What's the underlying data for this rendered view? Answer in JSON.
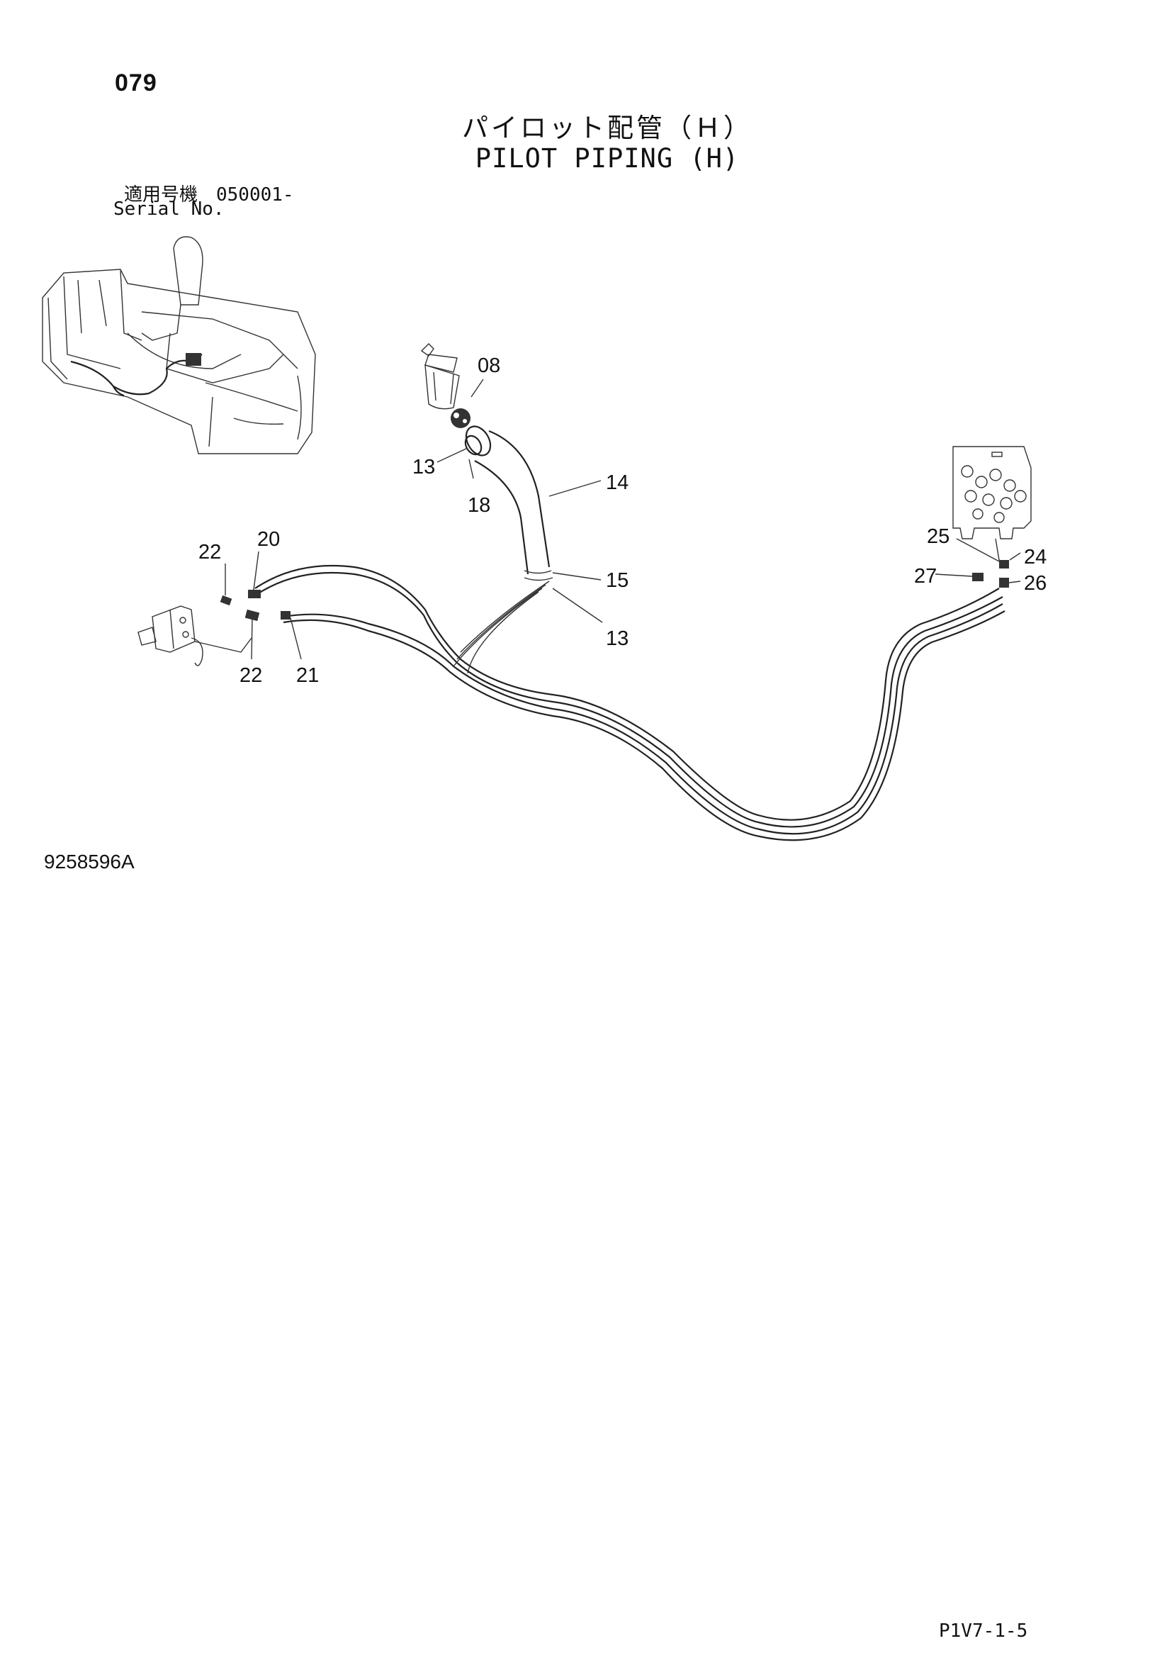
{
  "header": {
    "page_number": "079",
    "title_jp": "パイロット配管（Ｈ）",
    "title_en": "PILOT PIPING (H)",
    "serial_label_jp": "適用号機　050001-",
    "serial_label_en": "Serial No."
  },
  "callouts": {
    "c08": "08",
    "c13a": "13",
    "c18": "18",
    "c14": "14",
    "c15": "15",
    "c13b": "13",
    "c22a": "22",
    "c20": "20",
    "c22b": "22",
    "c21": "21",
    "c25": "25",
    "c24": "24",
    "c27": "27",
    "c26": "26"
  },
  "footer": {
    "drawing_number": "9258596A",
    "page_code": "P1V7-1-5"
  }
}
